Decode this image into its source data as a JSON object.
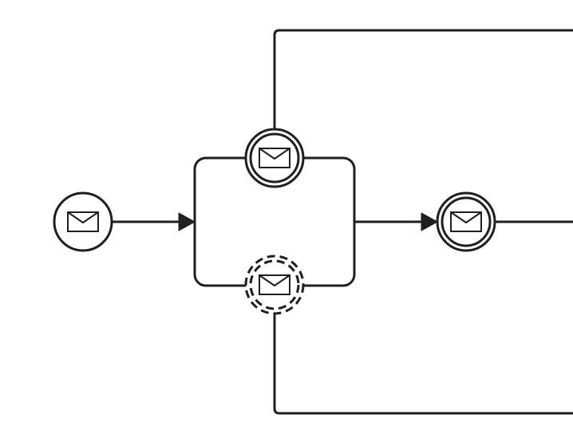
{
  "diagram": {
    "notation": "BPMN",
    "stroke_color": "#1f1f1f",
    "fill_color": "#ffffff",
    "elements": [
      {
        "id": "start-event",
        "type": "message-start-event"
      },
      {
        "id": "task",
        "type": "task",
        "label": ""
      },
      {
        "id": "boundary-interrupting",
        "type": "message-boundary-event-interrupting"
      },
      {
        "id": "boundary-non-interrupting",
        "type": "message-boundary-event-non-interrupting"
      },
      {
        "id": "intermediate-catch",
        "type": "message-intermediate-catch-event"
      }
    ],
    "flows": [
      {
        "from": "start-event",
        "to": "task"
      },
      {
        "from": "task",
        "to": "intermediate-catch"
      },
      {
        "from": "intermediate-catch",
        "to": "offscreen-right"
      },
      {
        "from": "boundary-interrupting",
        "to": "offscreen-right"
      },
      {
        "from": "boundary-non-interrupting",
        "to": "offscreen-right"
      }
    ]
  }
}
